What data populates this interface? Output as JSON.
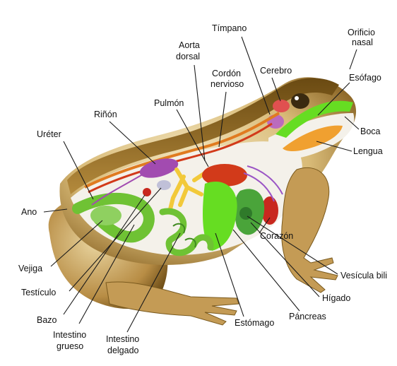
{
  "labels": {
    "timpano": "Tímpano",
    "orificio_line1": "Orificio",
    "orificio_line2": "nasal",
    "aorta_line1": "Aorta",
    "aorta_line2": "dorsal",
    "cerebro": "Cerebro",
    "cordon_line1": "Cordón",
    "cordon_line2": "nervioso",
    "esofago": "Esófago",
    "pulmon": "Pulmón",
    "rinon": "Riñón",
    "ureter": "Uréter",
    "boca": "Boca",
    "lengua": "Lengua",
    "ano": "Ano",
    "corazon": "Corazón",
    "vejiga": "Vejiga",
    "vesicula": "Vesícula bili",
    "testiculo": "Testículo",
    "higado": "Hígado",
    "bazo": "Bazo",
    "pancreas": "Páncreas",
    "estomago": "Estómago",
    "int_grueso_line1": "Intestino",
    "int_grueso_line2": "grueso",
    "int_delgado_line1": "Intestino",
    "int_delgado_line2": "delgado"
  },
  "colors": {
    "skin_light": "#e7d3a0",
    "skin_mid": "#c9a25c",
    "skin_dark": "#7a5a1e",
    "intestine_green": "#6fc234",
    "bright_green": "#66dd22",
    "lung_red": "#d23a1a",
    "heart_red": "#c8281e",
    "kidney_purple": "#a24bb0",
    "nerve_orange": "#e07b20",
    "tongue_orange": "#f0a030",
    "fat_yellow": "#f2c93a"
  }
}
